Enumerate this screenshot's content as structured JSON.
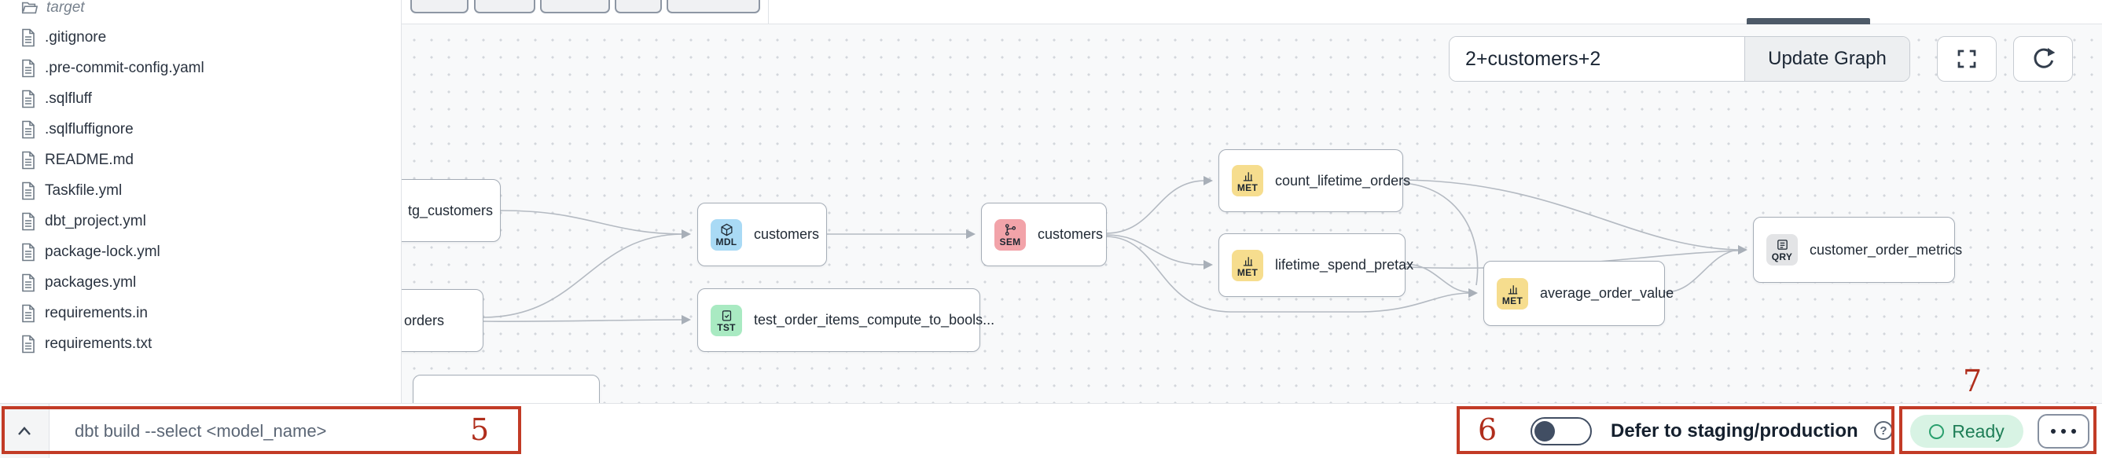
{
  "sidebar": {
    "folder": {
      "label": "target"
    },
    "files": [
      ".gitignore",
      ".pre-commit-config.yaml",
      ".sqlfluff",
      ".sqlfluffignore",
      "README.md",
      "Taskfile.yml",
      "dbt_project.yml",
      "package-lock.yml",
      "packages.yml",
      "requirements.in",
      "requirements.txt"
    ]
  },
  "graph": {
    "controls": {
      "selector_value": "2+customers+2",
      "update_button": "Update Graph"
    },
    "nodes": [
      {
        "id": "stg-customers",
        "label": "tg_customers",
        "badge": ""
      },
      {
        "id": "orders",
        "label": "orders",
        "badge": ""
      },
      {
        "id": "customers-model",
        "label": "customers",
        "badge": "MDL",
        "badge_color": "#a9daf5"
      },
      {
        "id": "test-order-items",
        "label": "test_order_items_compute_to_bools...",
        "badge": "TST",
        "badge_color": "#a9eac2"
      },
      {
        "id": "customers-semantic",
        "label": "customers",
        "badge": "SEM",
        "badge_color": "#f2a3a9"
      },
      {
        "id": "count-lifetime-orders",
        "label": "count_lifetime_orders",
        "badge": "MET",
        "badge_color": "#f6dd8e"
      },
      {
        "id": "lifetime-spend-pretax",
        "label": "lifetime_spend_pretax",
        "badge": "MET",
        "badge_color": "#f6dd8e"
      },
      {
        "id": "average-order-value",
        "label": "average_order_value",
        "badge": "MET",
        "badge_color": "#f6dd8e"
      },
      {
        "id": "customer-order-metrics",
        "label": "customer_order_metrics",
        "badge": "QRY",
        "badge_color": "#e3e4e6"
      }
    ]
  },
  "bottom_bar": {
    "command_placeholder": "dbt build --select <model_name>",
    "defer_label": "Defer to staging/production",
    "help_glyph": "?",
    "status": {
      "label": "Ready",
      "text_color": "#1f7e57",
      "bg_color": "#d8f3e4"
    },
    "toggle_state": "off"
  },
  "annotations": {
    "color": "#c23b26",
    "label_5": "5",
    "label_6": "6",
    "label_7": "7"
  },
  "icons": {
    "chevron_up": "chevron-up",
    "menu_dots": "ellipsis",
    "fullscreen": "corner-brackets",
    "refresh": "circular-arrow"
  }
}
